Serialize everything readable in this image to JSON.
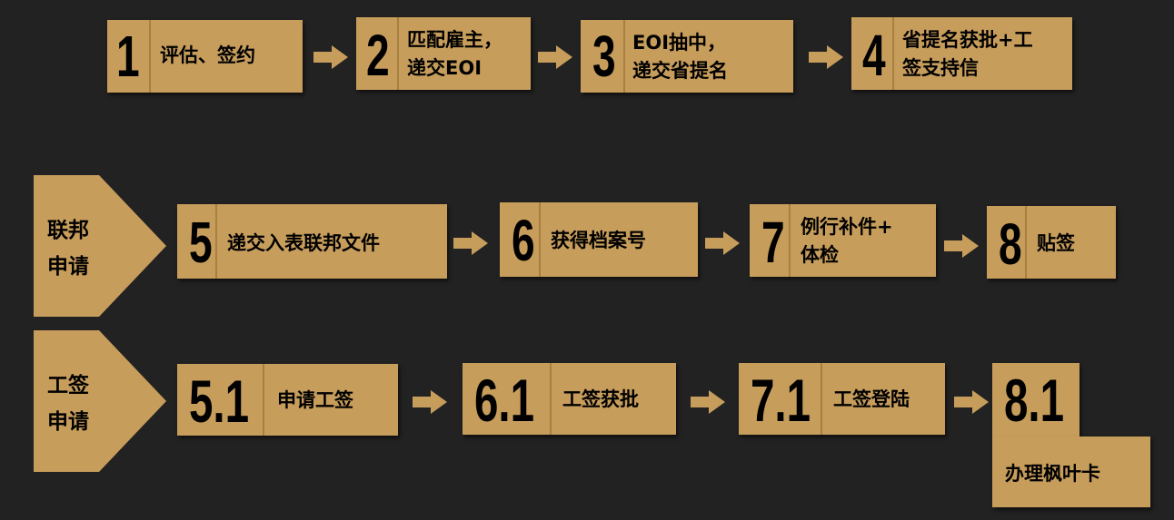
{
  "colors": {
    "background": "#222222",
    "box_fill": "#c79d5c",
    "text": "#000000"
  },
  "row1": [
    {
      "number": "1",
      "label": "评估、签约"
    },
    {
      "number": "2",
      "label": "匹配雇主，\n递交EOI"
    },
    {
      "number": "3",
      "label": "EOI抽中，\n递交省提名"
    },
    {
      "number": "4",
      "label": "省提名获批+工\n签支持信"
    }
  ],
  "track_federal": {
    "title": "联邦\n申请",
    "steps": [
      {
        "number": "5",
        "label": "递交入表联邦文件"
      },
      {
        "number": "6",
        "label": "获得档案号"
      },
      {
        "number": "7",
        "label": "例行补件+\n体检"
      },
      {
        "number": "8",
        "label": "贴签"
      }
    ]
  },
  "track_work_permit": {
    "title": "工签\n申请",
    "steps": [
      {
        "number": "5.1",
        "label": "申请工签"
      },
      {
        "number": "6.1",
        "label": "工签获批"
      },
      {
        "number": "7.1",
        "label": "工签登陆"
      },
      {
        "number": "8.1",
        "label": "办理枫叶卡"
      }
    ]
  }
}
